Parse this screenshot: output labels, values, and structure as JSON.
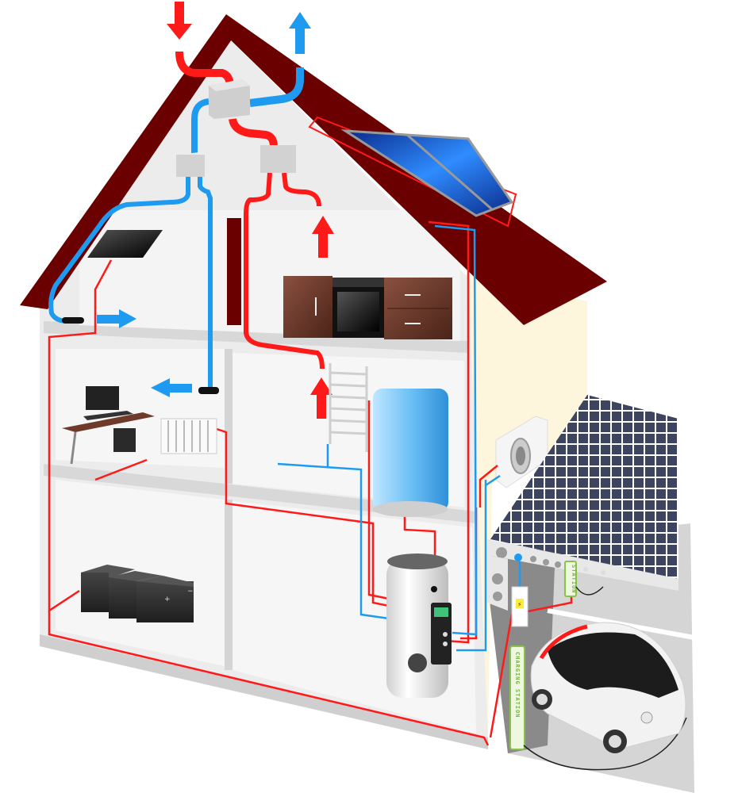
{
  "illustration": {
    "subject": "Energy-efficient smart home cross-section",
    "colors": {
      "roof": "#6b0000",
      "wall": "#ececec",
      "facade": "#fdf6dc",
      "warm_pipe": "#ff1a1a",
      "cold_pipe": "#1e9bf0",
      "solar_thermal": "#1a6fd6",
      "pv_panel": "#3c4460",
      "charging_station": "#8bc34a",
      "battery": "#2b2b2b",
      "cabinet": "#6e3b2a"
    },
    "components": [
      {
        "id": "fresh-air-intake",
        "arrow": "down",
        "color": "warm"
      },
      {
        "id": "exhaust-air-outlet",
        "arrow": "up",
        "color": "cold"
      },
      {
        "id": "heat-recovery-ventilation-unit"
      },
      {
        "id": "air-distribution-box-cold"
      },
      {
        "id": "air-distribution-box-warm"
      },
      {
        "id": "solar-thermal-collector"
      },
      {
        "id": "skylight-window"
      },
      {
        "id": "kitchen"
      },
      {
        "id": "towel-radiator"
      },
      {
        "id": "hot-water-buffer-tank"
      },
      {
        "id": "heat-pump-water-heater"
      },
      {
        "id": "air-source-heat-pump"
      },
      {
        "id": "home-office-desk"
      },
      {
        "id": "radiator"
      },
      {
        "id": "battery-storage"
      },
      {
        "id": "carport-pv-roof"
      },
      {
        "id": "inverter"
      },
      {
        "id": "charging-station"
      },
      {
        "id": "electric-car"
      }
    ]
  },
  "labels": {
    "charging_station_main": "CHARGING STATION",
    "charging_station_rear": "STATION",
    "battery_plus": "+",
    "battery_minus": "−"
  }
}
